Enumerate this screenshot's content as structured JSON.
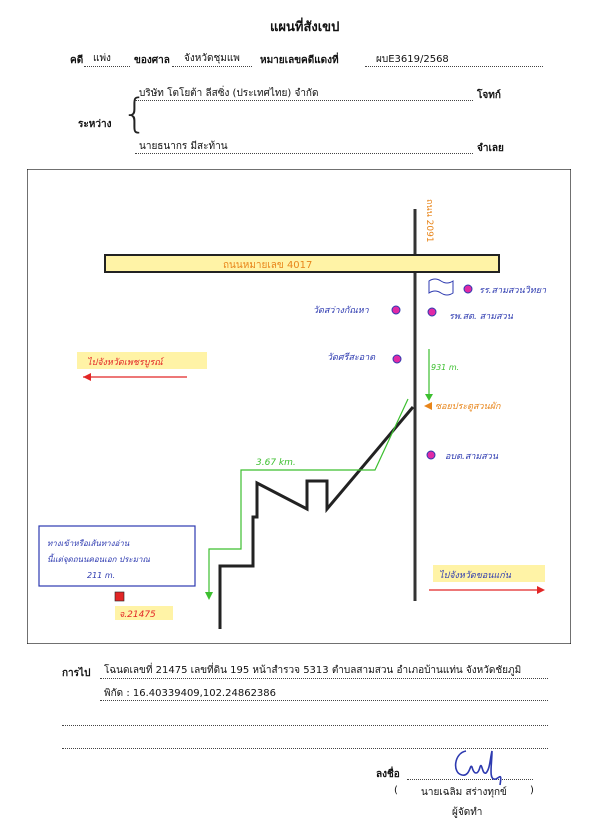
{
  "title": "แผนที่สังเขป",
  "header": {
    "case_label": "คดี",
    "case_type": "แพ่ง",
    "court_label": "ของศาล",
    "court_name": "จังหวัดชุมแพ",
    "red_case_label": "หมายเลขคดีแดงที่",
    "red_case_no": "ผบE3619/2568"
  },
  "parties": {
    "between_label": "ระหว่าง",
    "plaintiff_name": "บริษัท โตโยต้า ลีสซิ่ง (ประเทศไทย) จำกัด",
    "plaintiff_role": "โจทก์",
    "defendant_name": "นายธนากร มีสะท้าน",
    "defendant_role": "จำเลย"
  },
  "map": {
    "vertical_road": "ถนน 2091",
    "main_road": "ถนนหมายเลข 4017",
    "school_1": "รร.สามสวนวิทยา",
    "hospital": "รพ.สต. สามสวน",
    "temple_1": "วัดสว่างกัณหา",
    "temple_2": "วัดศรีสะอาด",
    "left_direction": "ไปจังหวัดเพชรบูรณ์",
    "distance_1": "931 m.",
    "soi_label": "ซอยประตูสวนผัก",
    "obt_label": "อบต.สามสวน",
    "distance_2": "3.67 km.",
    "note_line_1": "ทางเข้าหรือเส้นทางอ่าน",
    "note_line_2": "นี้แต่จุดถนนคอนเอก ประมาณ",
    "note_line_3": "211 m.",
    "destination_label": "จ.21475",
    "right_direction": "ไปจังหวัดขอนแก่น"
  },
  "directions": {
    "label": "การไป",
    "line_1": "โฉนดเลขที่ 21475 เลขที่ดิน 195 หน้าสำรวจ 5313 ตำบลสามสวน อำเภอบ้านแท่น จังหวัดชัยภูมิ",
    "coords": "พิกัด : 16.40339409,102.24862386"
  },
  "signature": {
    "sign_label": "ลงชื่อ",
    "open_paren": "(",
    "signer_name": "นายเฉลิม  สร่างทุกข์",
    "close_paren": ")",
    "signer_role": "ผู้จัดทำ"
  },
  "colors": {
    "road_highlight": "#fff3a6",
    "green_route": "#3cbf2f",
    "orange": "#e8851a",
    "pink": "#e02aa6",
    "blue_ink": "#2d3ab0",
    "red_marker": "#e22626"
  }
}
